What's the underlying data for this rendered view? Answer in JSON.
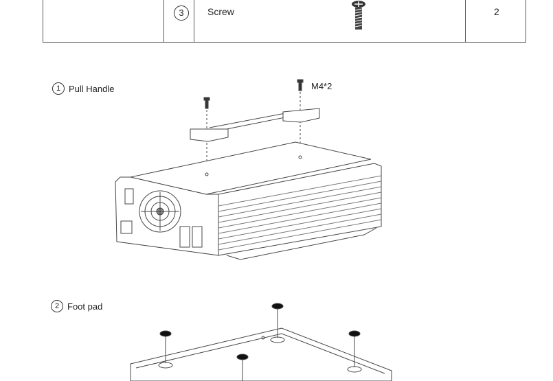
{
  "parts_row": {
    "number": "3",
    "name": "Screw",
    "quantity": "2"
  },
  "section_handle": {
    "number": "1",
    "title": "Pull Handle",
    "screw_callout": "M4*2"
  },
  "section_footpad": {
    "number": "2",
    "title": "Foot pad"
  }
}
